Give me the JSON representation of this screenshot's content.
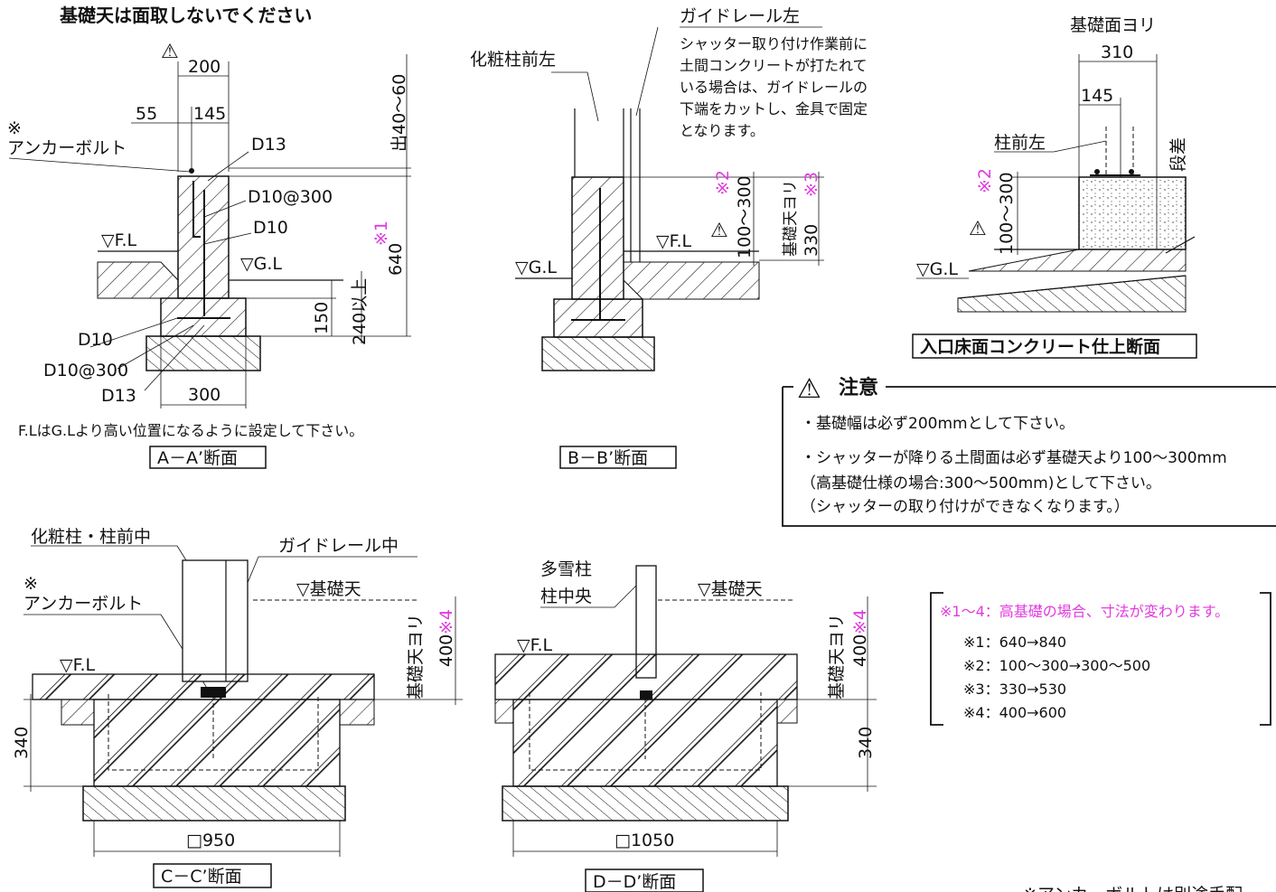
{
  "top_note": "基礎天は面取しないでください",
  "warn_symbol": "⚠",
  "triangle": "▽",
  "sectionA": {
    "title": "A－A’断面",
    "dim_200": "200",
    "dim_55": "55",
    "dim_145": "145",
    "dim_300": "300",
    "dim_640": "640",
    "dim_150": "150",
    "dim_240": "240以上",
    "dim_40_60": "出40～60",
    "note1": "※1",
    "anchor_mark": "※",
    "anchor_label": "アンカーボルト",
    "d13_top": "D13",
    "d10_300_top": "D10@300",
    "d10_top": "D10",
    "fl": "F.L",
    "gl": "G.L",
    "d10_bottom": "D10",
    "d10_300_bottom": "D10@300",
    "d13_bottom": "D13",
    "footnote": "F.LはG.Lより高い位置になるように設定して下さい。"
  },
  "sectionB": {
    "title": "B－B’断面",
    "guide_label": "ガイドレール左",
    "guide_note": [
      "シャッター取り付け作業前に",
      "土間コンクリートが打たれて",
      "いる場合は、ガイドレールの",
      "下端をカットし、金具で固定",
      "となります。"
    ],
    "post_label": "化粧柱前左",
    "gl": "G.L",
    "fl": "F.L",
    "dim_100_300": "100～300",
    "dim_330": "330",
    "from_top": "基礎天ヨリ",
    "note2": "※2",
    "note3": "※3"
  },
  "sectionEntry": {
    "title": "入口床面コンクリート仕上断面",
    "from_face": "基礎面ヨリ",
    "dim_310": "310",
    "dim_145": "145",
    "post_label": "柱前左",
    "step": "段差",
    "note2": "※2",
    "dim_100_300": "100～300",
    "gl": "G.L"
  },
  "caution": {
    "title": "注意",
    "items": [
      "・基礎幅は必ず200mmとして下さい。",
      "・シャッターが降りる土間面は必ず基礎天より100～300mm",
      "（高基礎仕様の場合:300～500mm)として下さい。",
      "（シャッターの取り付けができなくなります。）"
    ]
  },
  "sectionC": {
    "title": "C－C’断面",
    "post_label": "化粧柱・柱前中",
    "guide_label": "ガイドレール中",
    "anchor_mark": "※",
    "anchor_label": "アンカーボルト",
    "top_label": "基礎天",
    "fl": "F.L",
    "from_top": "基礎天ヨリ",
    "dim_400": "400",
    "note4": "※4",
    "dim_340": "340",
    "dim_950": "□950"
  },
  "sectionD": {
    "title": "D－D’断面",
    "post_label_1": "多雪柱",
    "post_label_2": "柱中央",
    "top_label": "基礎天",
    "fl": "F.L",
    "from_top": "基礎天ヨリ",
    "dim_400": "400",
    "note4": "※4",
    "dim_340": "340",
    "dim_1050": "□1050"
  },
  "high_foundation": {
    "header": "※1～4：高基礎の場合、寸法が変わります。",
    "items": [
      "※1：640→840",
      "※2：100～300→300～500",
      "※3：330→530",
      "※4：400→600"
    ]
  },
  "bottom_note": "※アンカーボルトは別途手配",
  "colors": {
    "line": "#111111",
    "magenta": "#e23be0"
  }
}
